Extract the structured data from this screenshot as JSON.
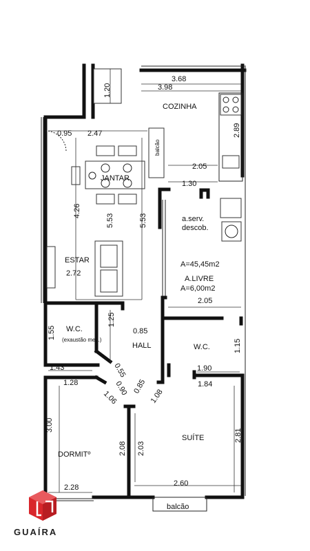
{
  "rooms": {
    "cozinha": "COZINHA",
    "jantar": "JANTAR",
    "estar": "ESTAR",
    "aserv_line1": "a.serv.",
    "aserv_line2": "descob.",
    "wc1": "W.C.",
    "wc1_note": "(exaustão mec.)",
    "hall": "HALL",
    "wc2": "W.C.",
    "dormitorio": "DORMITº",
    "suite": "SUÍTE",
    "balcao_kitchen": "balcão",
    "balcao_bottom": "balcão"
  },
  "areas": {
    "total": "A=45,45m2",
    "livre_label": "A.LIVRE",
    "livre": "A=6,00m2"
  },
  "dimensions": {
    "d368": "3.68",
    "d398": "3.98",
    "d120": "1.20",
    "d289": "2.89",
    "d095": "0.95",
    "d247": "2.47",
    "d205_top": "2.05",
    "d130": "1.30",
    "d426": "4.26",
    "d553_left": "5.53",
    "d553_right": "5.53",
    "d272": "2.72",
    "d205_mid": "2.05",
    "d155": "1.55",
    "d125": "1.25",
    "d085_hall": "0.85",
    "d115": "1.15",
    "d143": "1.43",
    "d128": "1.28",
    "d055": "0.55",
    "d090": "0.90",
    "d085_door": "0.85",
    "d106": "1.06",
    "d108": "1.08",
    "d190": "1.90",
    "d184": "1.84",
    "d300": "3.00",
    "d208": "2.08",
    "d203": "2.03",
    "d281": "2.81",
    "d228": "2.28",
    "d260": "2.60"
  },
  "logo": {
    "brand": "GUAÍRA"
  }
}
